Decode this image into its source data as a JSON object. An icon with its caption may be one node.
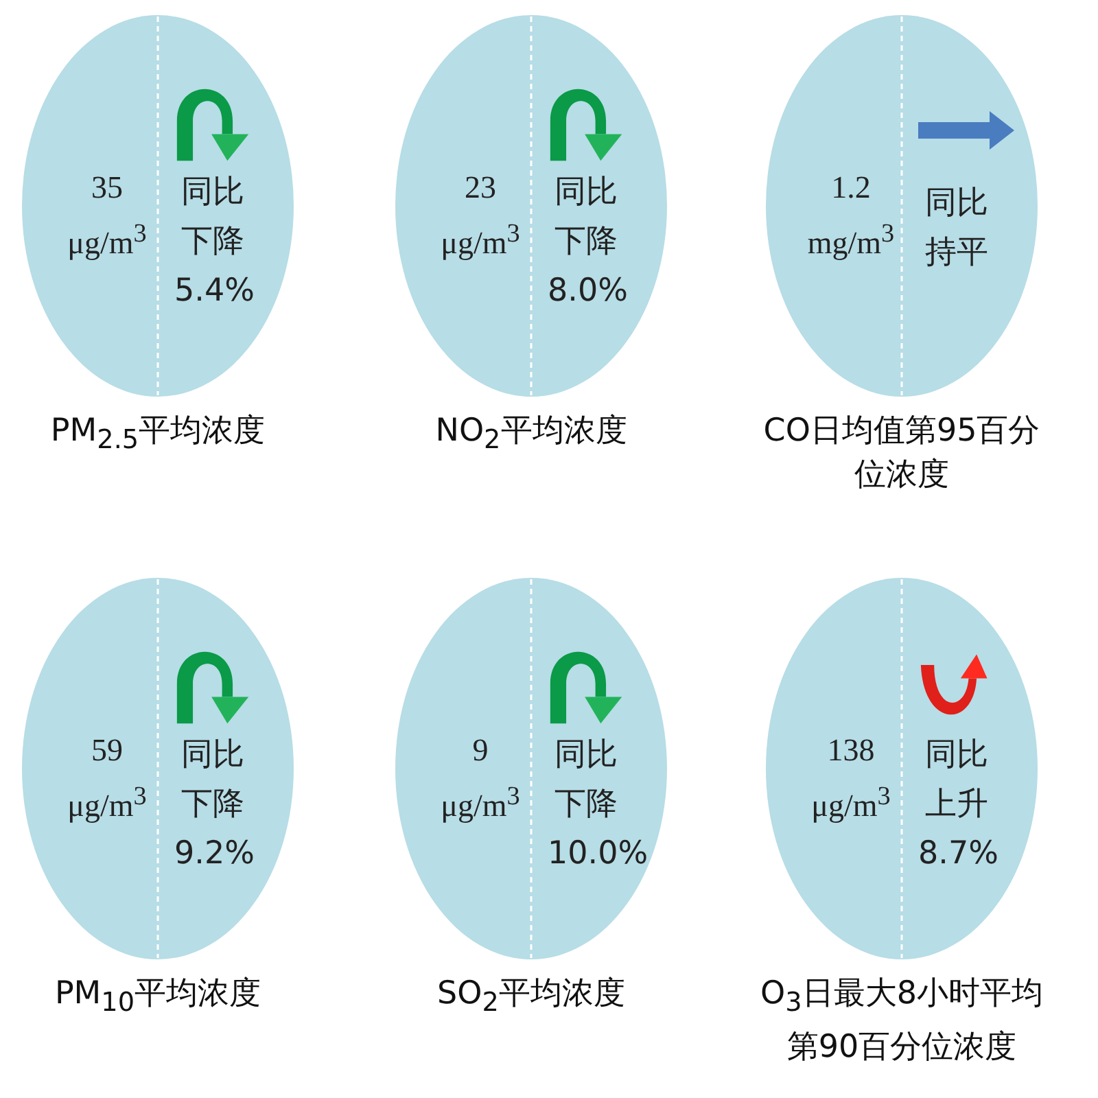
{
  "diagram": {
    "nodes": [
      {
        "text": [
          "35 μg/m$^{3}$",
          "同比下降5.4%",
          "PM$_{2.5}$平均浓度"
        ]
      },
      {
        "text": [
          "23 μg/m$^{3}$",
          "同比下降8.0%",
          "NO$_{2}$平均浓度"
        ]
      },
      {
        "text": [
          "1.2 mg/m$^{3}$",
          "同比持平",
          "CO日均值第95百分位浓度"
        ]
      },
      {
        "text": [
          "59 μg/m$^{3}$",
          "同比下降9.2%",
          "PM$_{10}$平均浓度"
        ]
      },
      {
        "text": [
          "9 μg/m$^{3}$",
          "同比下降10.0%",
          "SO$_{2}$平均浓度"
        ]
      },
      {
        "text": [
          "138 μg/m$^{3}$",
          "同比上升8.7%",
          "O$_{3}$日最大8小时平均第90百分位浓度"
        ]
      }
    ]
  }
}
